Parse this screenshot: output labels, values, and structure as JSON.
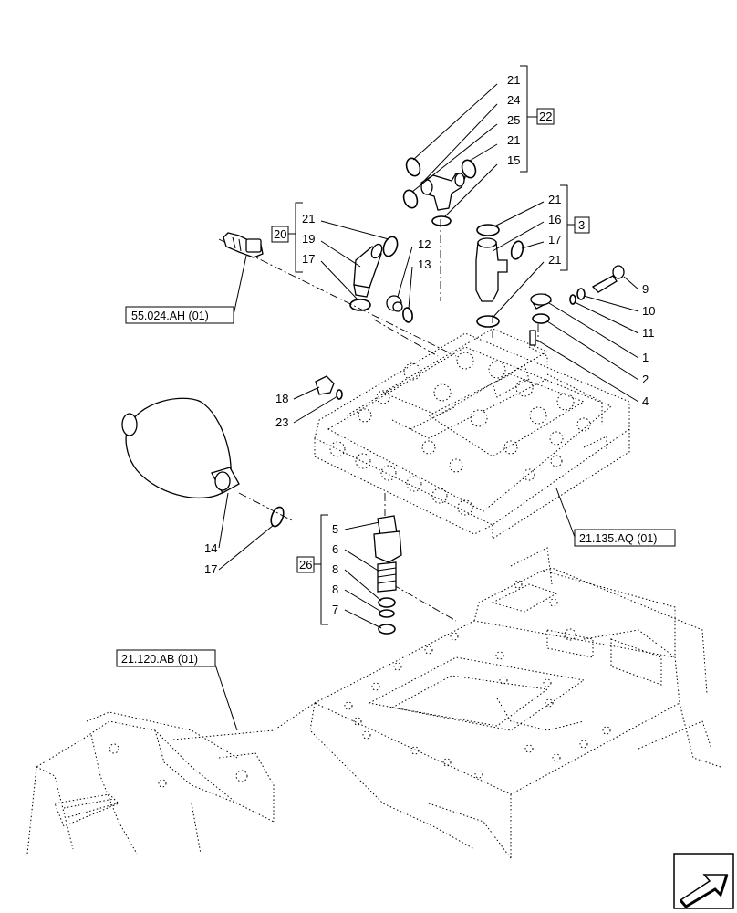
{
  "callouts": {
    "c21a": "21",
    "c24": "24",
    "c25": "25",
    "c21b": "21",
    "c15": "15",
    "c21c": "21",
    "c19": "19",
    "c17a": "17",
    "c12": "12",
    "c13": "13",
    "c21d": "21",
    "c16": "16",
    "c17b": "17",
    "c21e": "21",
    "c9": "9",
    "c10": "10",
    "c11": "11",
    "c1": "1",
    "c2": "2",
    "c4": "4",
    "c18": "18",
    "c23": "23",
    "c14": "14",
    "c17c": "17",
    "c5": "5",
    "c6": "6",
    "c8a": "8",
    "c8b": "8",
    "c7": "7"
  },
  "groups": {
    "g22": "22",
    "g20": "20",
    "g3": "3",
    "g26": "26"
  },
  "references": {
    "ref1": "55.024.AH (01)",
    "ref2": "21.135.AQ (01)",
    "ref3": "21.120.AB (01)"
  },
  "icons": {
    "nav": "arrow-next-page-icon"
  }
}
